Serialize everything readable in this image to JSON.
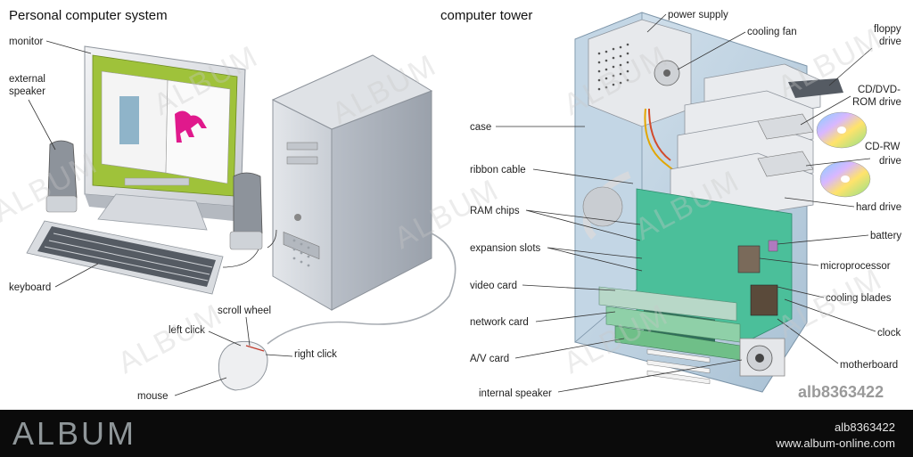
{
  "titles": {
    "left": "Personal computer system",
    "right": "computer tower"
  },
  "labels": {
    "monitor": "monitor",
    "external_speaker_1": "external",
    "external_speaker_2": "speaker",
    "keyboard": "keyboard",
    "scroll_wheel": "scroll wheel",
    "left_click": "left click",
    "right_click": "right click",
    "mouse": "mouse",
    "power_supply": "power supply",
    "cooling_fan": "cooling fan",
    "floppy_drive_1": "floppy",
    "floppy_drive_2": "drive",
    "cd_dvd_rom_1": "CD/DVD-",
    "cd_dvd_rom_2": "ROM drive",
    "case": "case",
    "cd_rw_1": "CD-RW",
    "cd_rw_2": "drive",
    "ribbon_cable": "ribbon cable",
    "hard_drive": "hard drive",
    "ram_chips": "RAM chips",
    "battery": "battery",
    "expansion_slots": "expansion slots",
    "microprocessor": "microprocessor",
    "video_card": "video card",
    "cooling_blades": "cooling blades",
    "network_card": "network card",
    "clock": "clock",
    "av_card": "A/V card",
    "motherboard": "motherboard",
    "internal_speaker": "internal speaker"
  },
  "watermark": "ALBUM",
  "image_id": "alb8363422",
  "footer": {
    "logo": "ALBUM",
    "id": "alb8363422",
    "url": "www.album-online.com"
  },
  "colors": {
    "monitor_screen": "#9fc23a",
    "circuit_board": "#4bbf9a",
    "case_blue": "#b9cfe0",
    "footer_bg": "#0b0b0b"
  }
}
